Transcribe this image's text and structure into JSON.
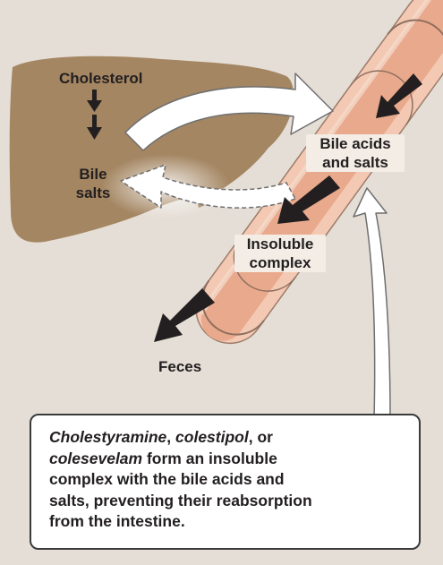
{
  "colors": {
    "background": "#e5ded6",
    "liver": "#a48662",
    "intestine_wall": "#f3c9b3",
    "intestine_lumen": "#e9a98c",
    "arrow_dark": "#231f20",
    "arrow_light": "#ffffff"
  },
  "labels": {
    "cholesterol": "Cholesterol",
    "bile_salts_line1": "Bile",
    "bile_salts_line2": "salts",
    "bile_acids_line1": "Bile acids",
    "bile_acids_line2": "and salts",
    "insoluble_line1": "Insoluble",
    "insoluble_line2": "complex",
    "feces": "Feces"
  },
  "caption": {
    "drug1": "Cholestyramine",
    "sep1": ", ",
    "drug2": "colestipol",
    "sep2": ", or",
    "drug3": "colesevelam",
    "rest1": " form an insoluble",
    "line3": "complex with the bile acids and",
    "line4": "salts, preventing their reabsorption",
    "line5": "from the intestine."
  }
}
